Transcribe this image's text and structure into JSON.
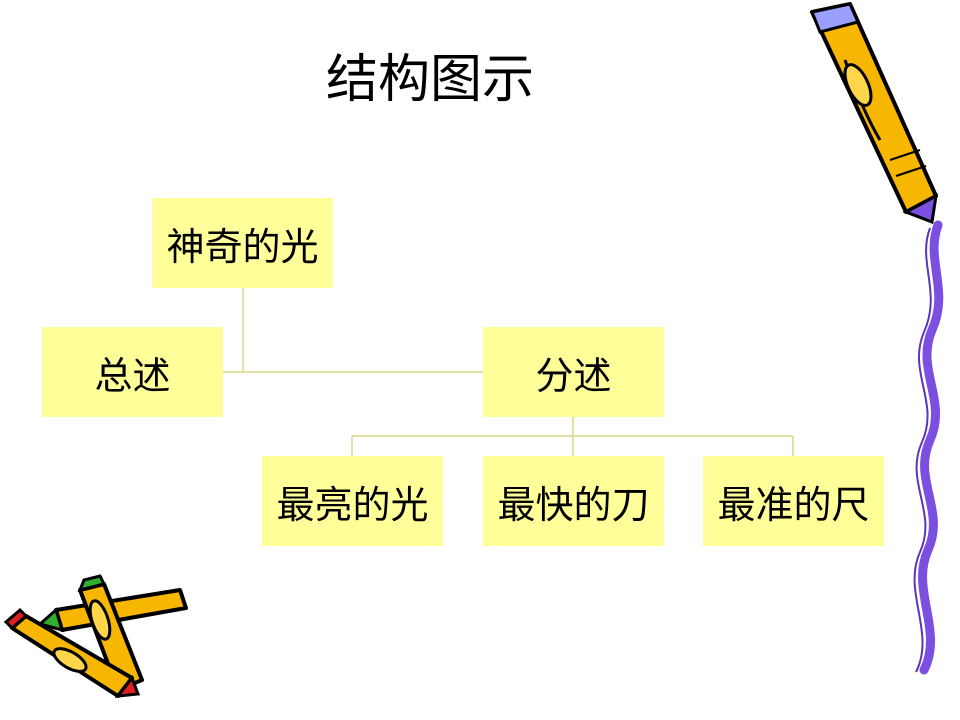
{
  "title": "结构图示",
  "diagram": {
    "root": "神奇的光",
    "overview": "总述",
    "details": "分述",
    "children": [
      "最亮的光",
      "最快的刀",
      "最准的尺"
    ]
  },
  "colors": {
    "node_fill": "#ffff99",
    "connector": "#d8d88a",
    "pencil_body": "#f7b600",
    "ribbon": "#7b4fe0"
  },
  "icons": [
    "pencil-icon",
    "crossed-pencils-icon",
    "wavy-ribbon-icon"
  ]
}
